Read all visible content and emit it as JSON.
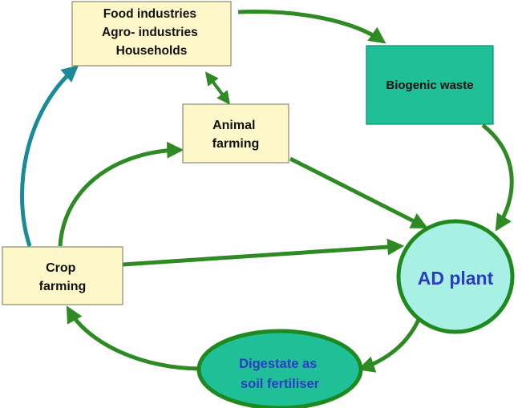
{
  "nodes": {
    "food_industries": {
      "lines": [
        "Food industries",
        "Agro- industries",
        "Households"
      ],
      "fill": "#fdf7c9",
      "stroke": "#8a8a6a",
      "text_color": "#111111"
    },
    "biogenic_waste": {
      "lines": [
        "Biogenic waste"
      ],
      "fill": "#1fbf97",
      "stroke": "#0e8c6a",
      "text_color": "#111111"
    },
    "animal_farming": {
      "lines": [
        "Animal",
        "farming"
      ],
      "fill": "#fdf7c9",
      "stroke": "#8a8a6a",
      "text_color": "#111111"
    },
    "crop_farming": {
      "lines": [
        "Crop",
        "farming"
      ],
      "fill": "#fdf7c9",
      "stroke": "#8a8a6a",
      "text_color": "#111111"
    },
    "ad_plant": {
      "lines": [
        "AD plant"
      ],
      "fill": "#a8f0e3",
      "stroke": "#1e8a1e",
      "text_color": "#2b3cc4"
    },
    "digestate": {
      "lines": [
        "Digestate as",
        "soil fertiliser"
      ],
      "fill": "#1fbf97",
      "stroke": "#1e8a1e",
      "text_color": "#2b3cc4"
    }
  },
  "colors": {
    "flow_arrow": "#2e8b24",
    "blue_arrow": "#1a8a99"
  }
}
